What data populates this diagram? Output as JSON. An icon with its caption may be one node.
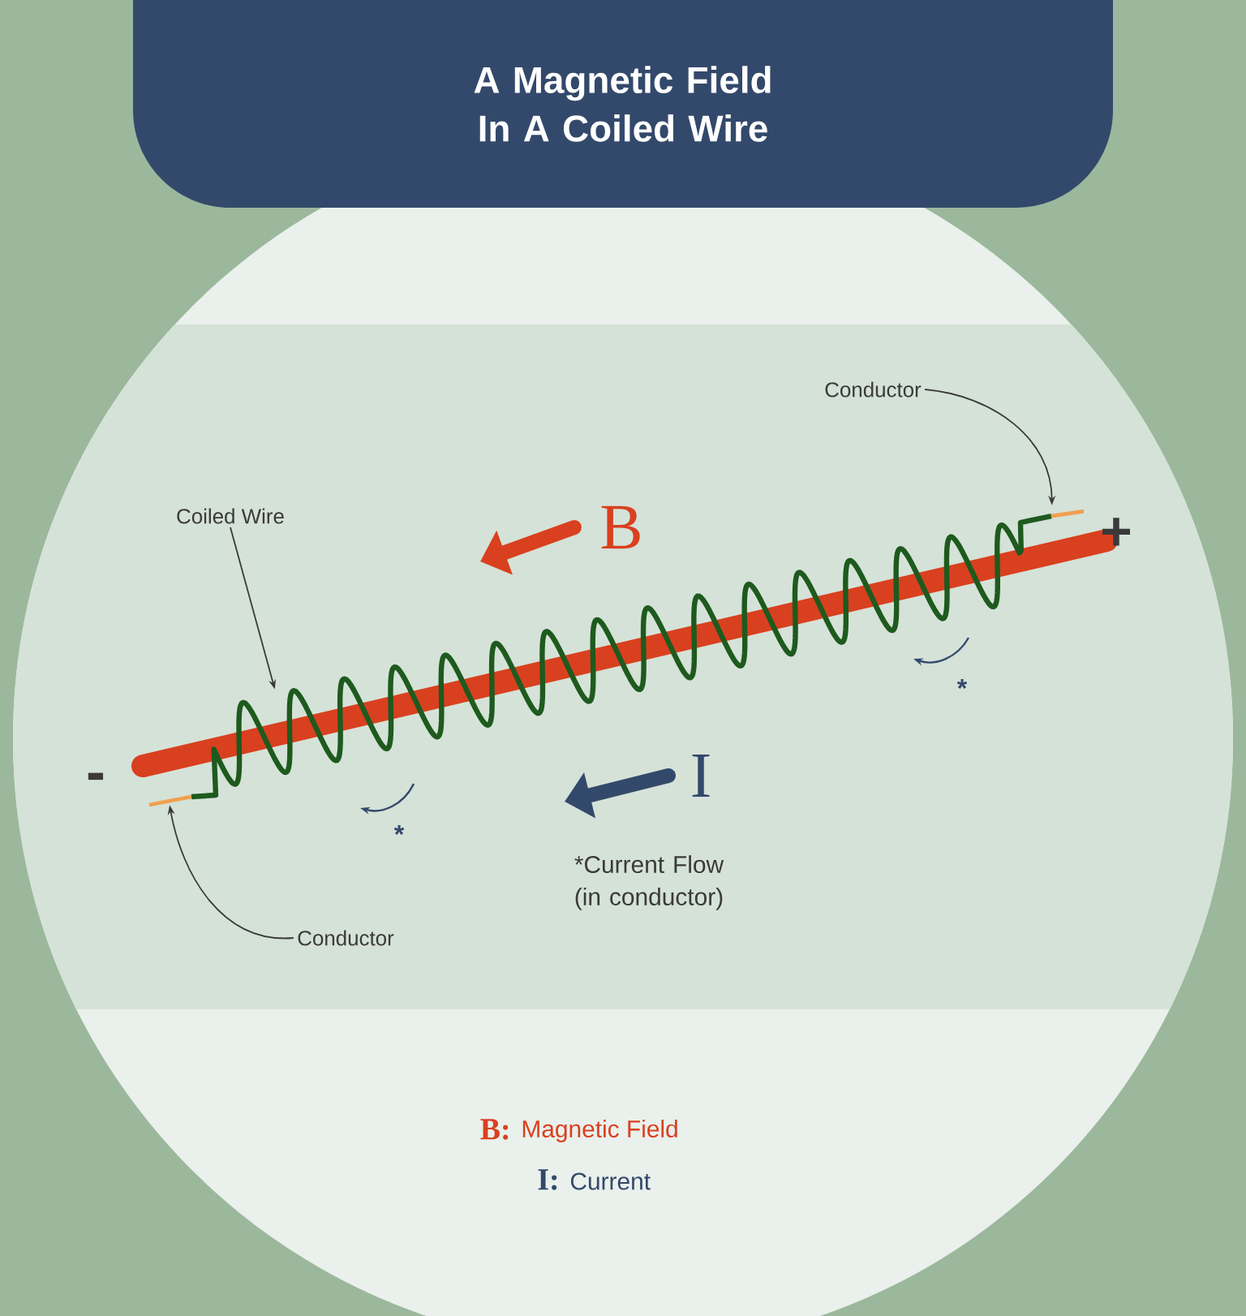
{
  "diagram": {
    "title": "A Magnetic Field In A Coiled Wire",
    "nodes": [
      {
        "text": [
          "Coiled Wire"
        ]
      },
      {
        "text": [],
        "shape": "picture"
      },
      {
        "text": [
          "Conductor"
        ]
      },
      {
        "text": [],
        "shape": "bar"
      },
      {
        "text": [
          "Conductor"
        ]
      },
      {
        "text": [],
        "shape": "bar"
      }
    ],
    "edges": [
      {
        "from": 0,
        "to": 1,
        "arrow": "to"
      },
      {
        "from": 2,
        "to": 3,
        "arrow": "to"
      },
      {
        "from": 4,
        "to": 5,
        "arrow": "to"
      }
    ],
    "labels": [
      "+",
      "B",
      "*",
      "-",
      "I",
      "*",
      "*Current Flow (in conductor)",
      "B:",
      "Magnetic Field",
      "I:",
      "Current"
    ]
  }
}
